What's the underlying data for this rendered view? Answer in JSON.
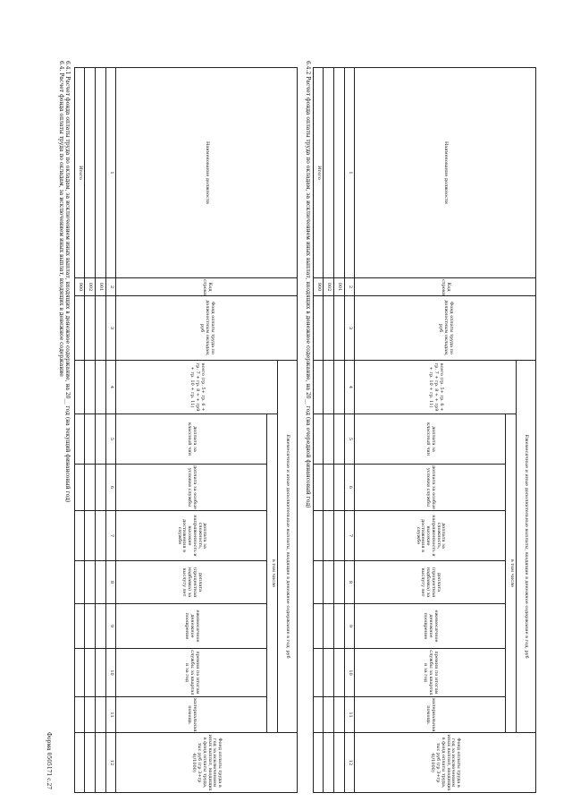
{
  "form_code": "Форма 0505171 с.27",
  "section_title": "6.4. Расчет фонда оплаты труда по окладам, за исключением иных выплат, входящих в денежное содержание",
  "tables": [
    {
      "title": "6.4.1 Расчет фонда оплаты труда по окладам, за исключением иных выплат, входящих в денежное содержание, на 20__ год (на текущий финансовый год)"
    },
    {
      "title": "6.4.2 Расчет фонда оплаты труда по окладам, за исключением иных выплат, входящих в денежное содержание, на 20__ год (на очередной финансовый год)"
    }
  ],
  "headers": {
    "position": "Наименование должности",
    "code": "Код строки",
    "salary_fund": "Фонд оплаты труда по должностным окладам, руб",
    "monthly_group": "Ежемесячные и иные дополнительные выплаты, входящие в денежное содержание в год, руб",
    "total": "всего (гр. 5+ гр. 6 + гр. 7 + гр. 8 + + гр9 + гр. 10 + гр. 11)",
    "including": "в том числе",
    "c5": "доплата за классный чин",
    "c6": "доплата за особые условия службы",
    "c7": "доплата за сложность, напряженность и высокие достижения в службе",
    "c8": "доплата (процентная надбавка) за выслугу лет",
    "c9": "ежемесячное денежное поощрение",
    "c10": "премии по итогам службы за квартал и за год",
    "c11": "материальная помощь",
    "c12": "Фонд оплаты труда в год за исключением иных выплат, входящих в фонд оплаты труда, тыс руб (гр 3+гр 4)/1000)"
  },
  "column_numbers": [
    "1",
    "2",
    "3",
    "4",
    "5",
    "6",
    "7",
    "8",
    "9",
    "10",
    "11",
    "12"
  ],
  "row_codes": [
    "001",
    "002",
    "900"
  ],
  "total_label": "Итого"
}
